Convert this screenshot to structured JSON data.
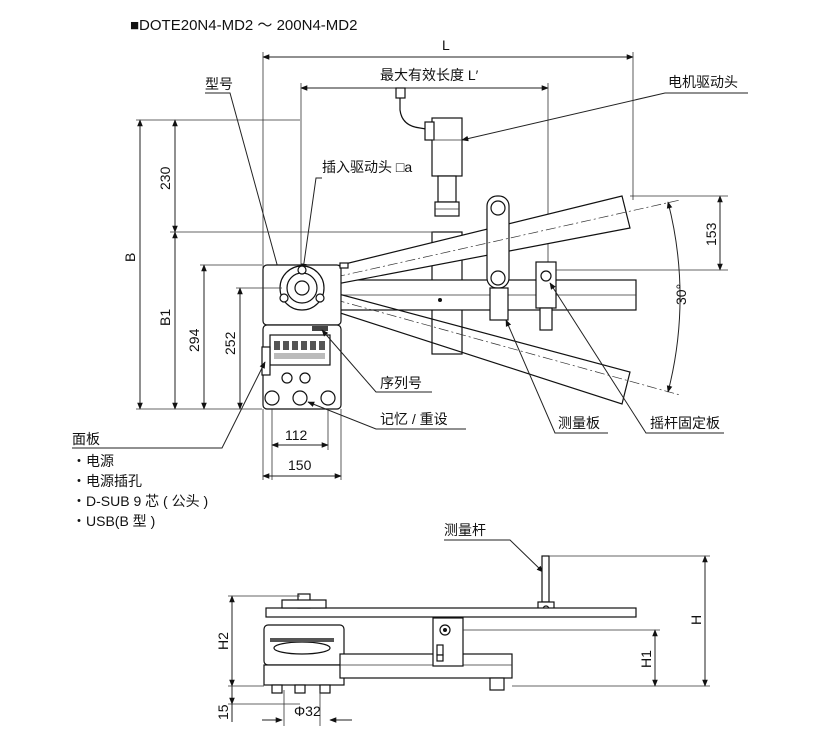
{
  "title": "■DOTE20N4-MD2 ～ 200N4-MD2",
  "labels": {
    "model": "型号",
    "max_length": "最大有效长度 L′",
    "motor_head": "电机驱动头",
    "insert_head": "插入驱动头 □a",
    "serial": "序列号",
    "memory_reset": "记忆 / 重设",
    "measure_plate": "测量板",
    "rocker_plate": "摇杆固定板",
    "measure_rod": "测量杆"
  },
  "panel": {
    "title": "面板",
    "items": [
      "・电源",
      "・电源插孔",
      "・D-SUB 9 芯 ( 公头 )",
      "・USB(B 型 )"
    ]
  },
  "dims": {
    "L": "L",
    "B": "B",
    "B1": "B1",
    "d230": "230",
    "d294": "294",
    "d252": "252",
    "d112": "112",
    "d150": "150",
    "d153": "153",
    "angle": "30°",
    "H": "H",
    "H1": "H1",
    "H2": "H2",
    "d15": "15",
    "phi32": "Φ32"
  },
  "colors": {
    "line": "#111111",
    "fill": "#ffffff",
    "shade": "#d9d9d9"
  }
}
